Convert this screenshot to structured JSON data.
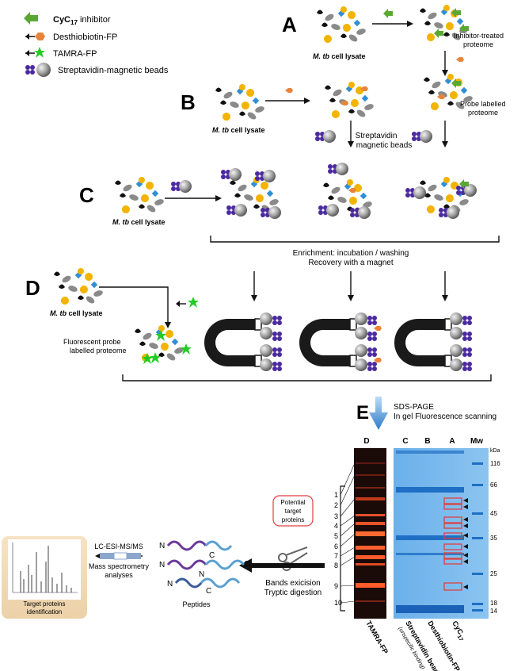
{
  "legend": {
    "inhibitor": {
      "pre": "CyC",
      "sub": "17",
      "post": " inhibitor"
    },
    "desthiobiotin": "Desthiobiotin-FP",
    "tamra": "TAMRA-FP",
    "beads": "Streptavidin-magnetic beads"
  },
  "panels": {
    "A": "A",
    "B": "B",
    "C": "C",
    "D": "D",
    "E": "E"
  },
  "lysate": {
    "bold": "M. tb",
    "rest": " cell lysate"
  },
  "labels": {
    "inhibitor_treated_1": "Inhibitor-treated",
    "inhibitor_treated_2": "proteome",
    "probe_labelled_1": "Probe labelled",
    "probe_labelled_2": "proteome",
    "streptavidin_1": "Streptavidin",
    "streptavidin_2": "magnetic beads",
    "enrichment_1": "Enrichment: incubation / washing",
    "enrichment_2": "Recovery with a magnet",
    "fluorescent_1": "Fluorescent probe",
    "fluorescent_2": "labelled proteome",
    "sds_1": "SDS-PAGE",
    "sds_2": "In gel Fluorescence scanning",
    "potential_1": "Potential",
    "potential_2": "target",
    "potential_3": "proteins",
    "bands_1": "Bands exicision",
    "bands_2": "Tryptic digestion",
    "lcms_1": "LC-ESI-MS/MS",
    "lcms_2": "Mass spectrometry",
    "lcms_3": "analyses",
    "peptides": "Peptides",
    "target_1": "Target proteins",
    "target_2": "identification"
  },
  "gel": {
    "lanes": [
      "D",
      "C",
      "B",
      "A",
      "Mw"
    ],
    "kda": "kDa",
    "markers": [
      "116",
      "66",
      "45",
      "35",
      "25",
      "18",
      "14"
    ],
    "band_numbers": [
      "1",
      "2",
      "3",
      "4",
      "5",
      "6",
      "7",
      "8",
      "9",
      "10"
    ],
    "bottom_labels": {
      "tamra": "TAMRA-FP",
      "strep": "Streptavidin beads",
      "strep_sub": "(unspecific binding)",
      "desthio": "Desthiobiotin-FP",
      "cyc_pre": "CyC",
      "cyc_sub": "17"
    }
  },
  "peptide_letters": {
    "n": "N",
    "c": "C"
  },
  "colors": {
    "inhibitor": "#5aa832",
    "desthiobiotin": "#e8843a",
    "tamra": "#22cc22",
    "streptavidin": "#4b2aa0",
    "bead": "#9a9a9a",
    "gel_blue": "#5aa0e0",
    "gel_dark": "#1a0b08",
    "highlight": "#e04040",
    "sds_arrow": "#3a8ad0"
  }
}
